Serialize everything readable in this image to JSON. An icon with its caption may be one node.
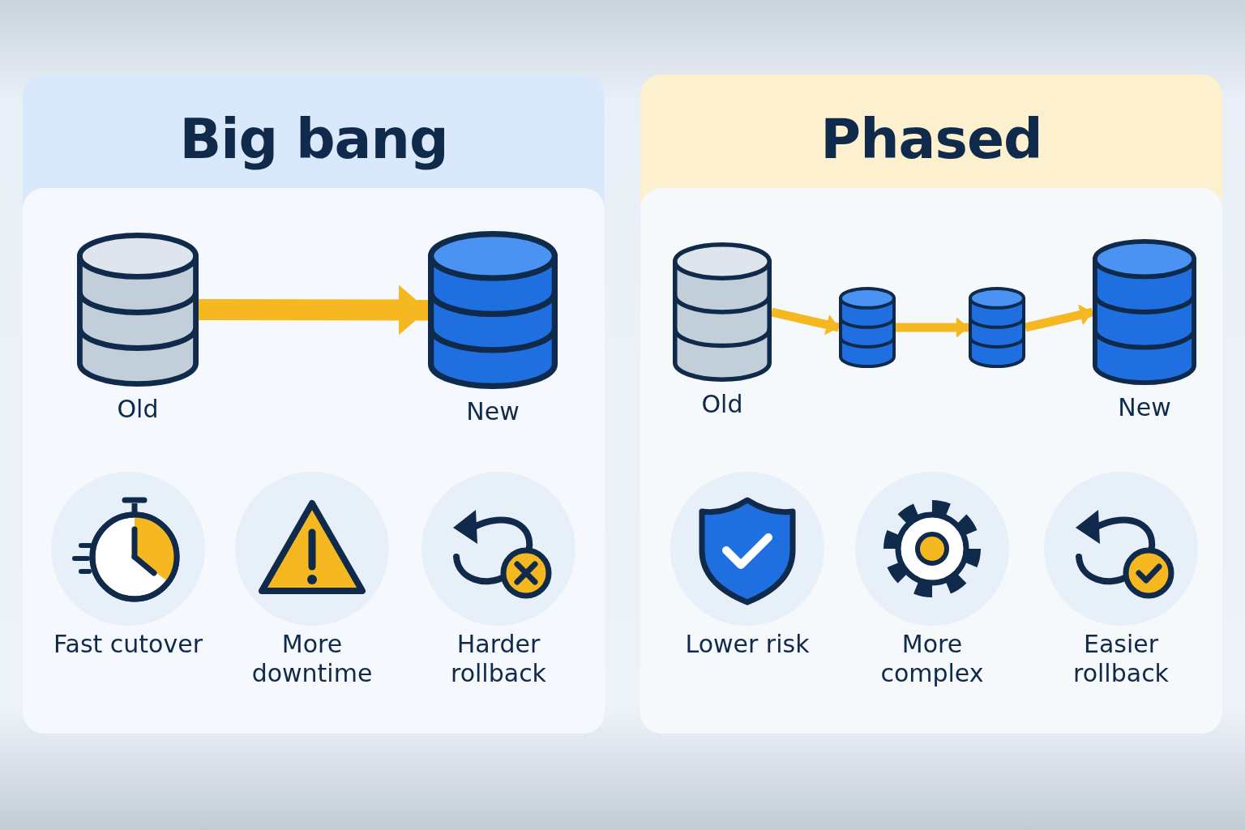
{
  "diagram": {
    "nodes": [
      {
        "text": [
          "Big bang"
        ]
      },
      {
        "text": [
          "Old"
        ],
        "in": 0
      },
      {
        "text": [
          "New"
        ],
        "in": 0
      },
      {
        "text": [
          "Fast cutover"
        ],
        "in": 0
      },
      {
        "text": [
          "More downtime"
        ],
        "in": 0
      },
      {
        "text": [
          "Harder rollback"
        ],
        "in": 0
      },
      {
        "text": [
          "Phased"
        ]
      },
      {
        "text": [
          "Old"
        ],
        "in": 6
      },
      {
        "text": [],
        "shape": "cylinder",
        "in": 6
      },
      {
        "text": [],
        "shape": "cylinder",
        "in": 6
      },
      {
        "text": [
          "New"
        ],
        "in": 6
      },
      {
        "text": [
          "Lower risk"
        ],
        "in": 6
      },
      {
        "text": [
          "More complex"
        ],
        "in": 6
      },
      {
        "text": [
          "Easier rollback"
        ],
        "in": 6
      }
    ],
    "edges": [
      {
        "from": 1,
        "to": 2,
        "arrow": "to",
        "style": "thick"
      },
      {
        "from": 7,
        "to": 8,
        "arrow": "to"
      },
      {
        "from": 8,
        "to": 9,
        "arrow": "to"
      },
      {
        "from": 9,
        "to": 10,
        "arrow": "to"
      }
    ]
  }
}
